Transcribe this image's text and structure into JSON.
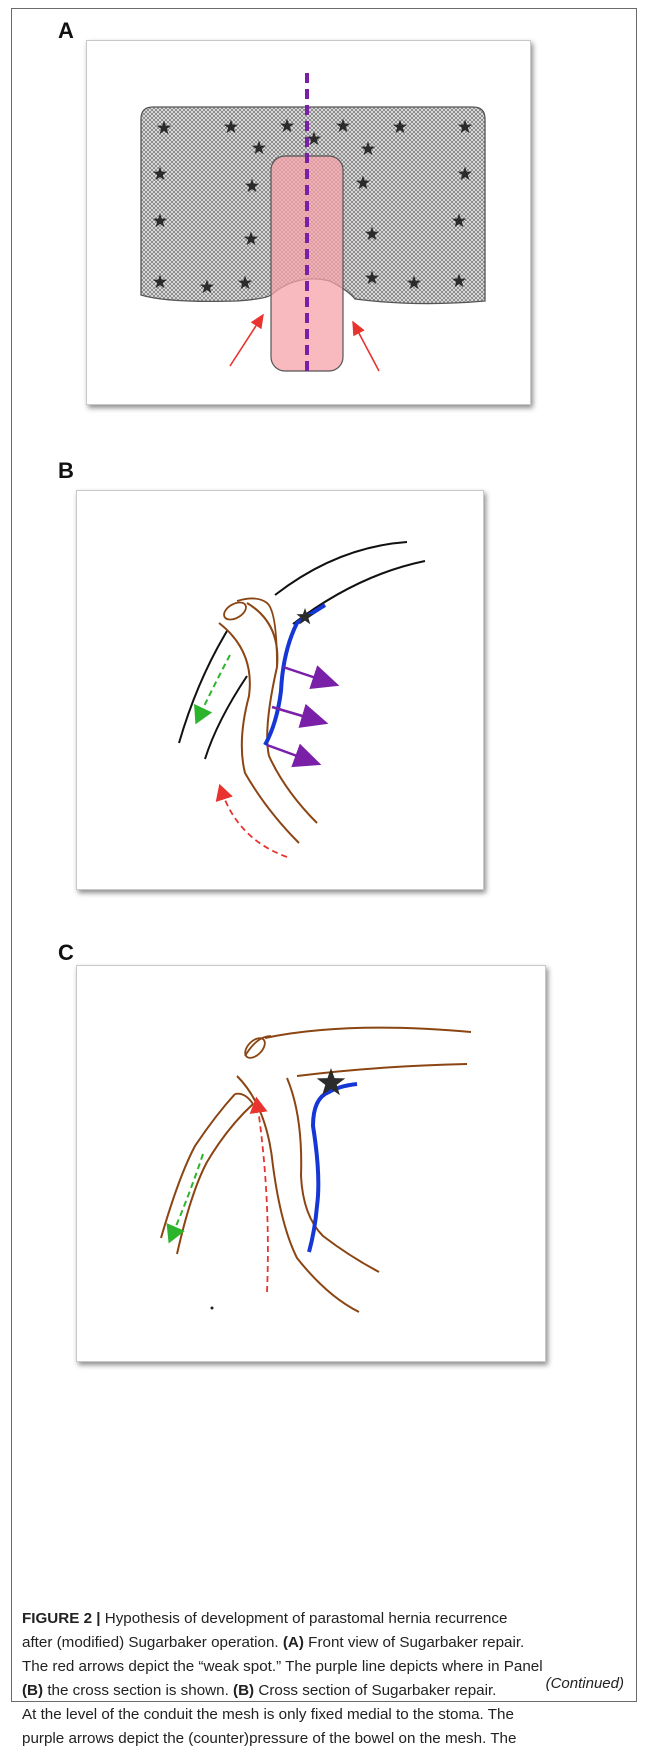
{
  "panels": {
    "a": {
      "label": "A"
    },
    "b": {
      "label": "B"
    },
    "c": {
      "label": "C"
    }
  },
  "caption": {
    "figure_label": "FIGURE 2 |",
    "line1": " Hypothesis of development of parastomal hernia recurrence",
    "line2": "after (modified) Sugarbaker operation. ",
    "ref_a": "(A)",
    "line2b": " Front view of Sugarbaker repair.",
    "line3": "The red arrows depict the “weak spot.” The purple line depicts where in Panel",
    "ref_b1": "(B)",
    "line4": " the cross section is shown. ",
    "ref_b2": "(B)",
    "line4b": " Cross section of Sugarbaker repair.",
    "line5": "At the level of the conduit the mesh is only fixed medial to the stoma. The",
    "line6": "purple arrows depict the (counter)pressure of the bowel on the mesh. The",
    "continued": "(Continued)"
  },
  "colors": {
    "mesh_fill": "#b9b9b9",
    "conduit_fill": "#f5a3a8",
    "purple": "#7a1fa8",
    "red_arrow": "#e8332e",
    "bowel_brown": "#8b4513",
    "mesh_blue": "#1437d6",
    "green_arrow": "#2cb52c",
    "star": "#2b2b2b"
  }
}
